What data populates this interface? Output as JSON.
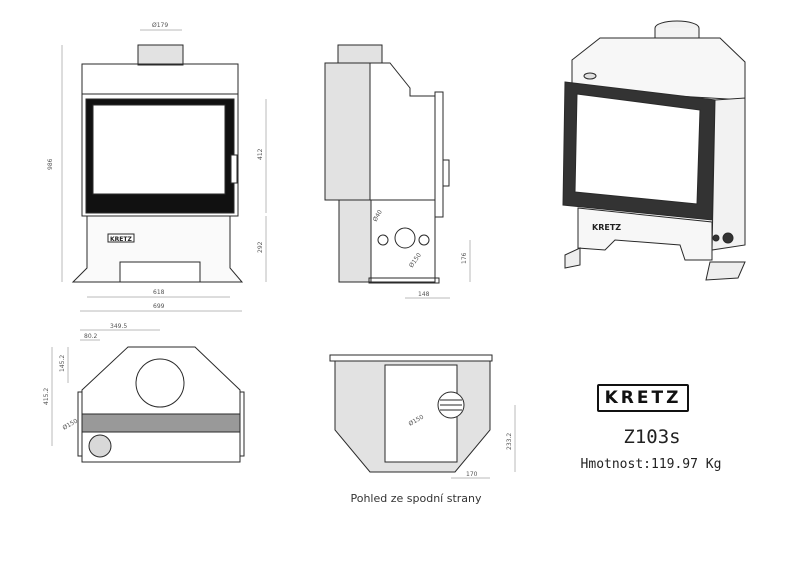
{
  "brand": "KRETZ",
  "model": "Z103s",
  "weight_text": "Hmotnost:119.97 Kg",
  "bottom_view_caption": "Pohled ze spodní strany",
  "front_view": {
    "dims": {
      "flue_diameter": "Ø179",
      "total_height": "986",
      "glass_height": "412",
      "base_height": "292",
      "inner_width": "618",
      "overall_width": "699"
    }
  },
  "side_view": {
    "dims": {
      "hole_diameter": "Ø150",
      "small_hole_diameter": "Ø40",
      "hole_height": "176",
      "hole_offset": "148"
    }
  },
  "top_view": {
    "dims": {
      "offset_a": "80.2",
      "offset_b": "349.5",
      "depth_a": "145.2",
      "depth_b": "415.2",
      "pipe_diameter": "Ø150"
    }
  },
  "bottom_view": {
    "dims": {
      "hole_diameter": "Ø150",
      "hole_height": "233.2",
      "hole_offset": "170"
    }
  },
  "colors": {
    "line": "#2a2a2a",
    "panel_fill": "#e2e2e2",
    "glass_frame": "#111111",
    "dim_line": "#777777"
  }
}
